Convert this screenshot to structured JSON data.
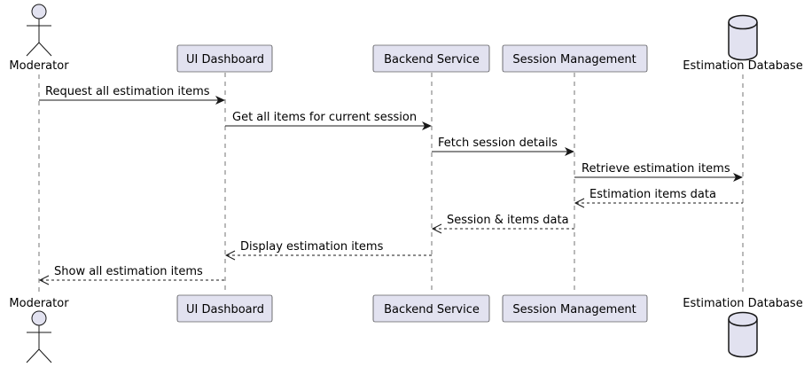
{
  "participants": [
    {
      "id": "moderator",
      "label": "Moderator",
      "kind": "actor"
    },
    {
      "id": "ui",
      "label": "UI Dashboard",
      "kind": "participant"
    },
    {
      "id": "backend",
      "label": "Backend Service",
      "kind": "participant"
    },
    {
      "id": "session",
      "label": "Session Management",
      "kind": "participant"
    },
    {
      "id": "db",
      "label": "Estimation Database",
      "kind": "database"
    }
  ],
  "messages": [
    {
      "from": "moderator",
      "to": "ui",
      "label": "Request all estimation items",
      "style": "solid"
    },
    {
      "from": "ui",
      "to": "backend",
      "label": "Get all items for current session",
      "style": "solid"
    },
    {
      "from": "backend",
      "to": "session",
      "label": "Fetch session details",
      "style": "solid"
    },
    {
      "from": "session",
      "to": "db",
      "label": "Retrieve estimation items",
      "style": "solid"
    },
    {
      "from": "db",
      "to": "session",
      "label": "Estimation items data",
      "style": "dashed"
    },
    {
      "from": "session",
      "to": "backend",
      "label": "Session & items data",
      "style": "dashed"
    },
    {
      "from": "backend",
      "to": "ui",
      "label": "Display estimation items",
      "style": "dashed"
    },
    {
      "from": "ui",
      "to": "moderator",
      "label": "Show all estimation items",
      "style": "dashed"
    }
  ],
  "colors": {
    "participant_fill": "#E2E2F0",
    "line": "#181818"
  }
}
